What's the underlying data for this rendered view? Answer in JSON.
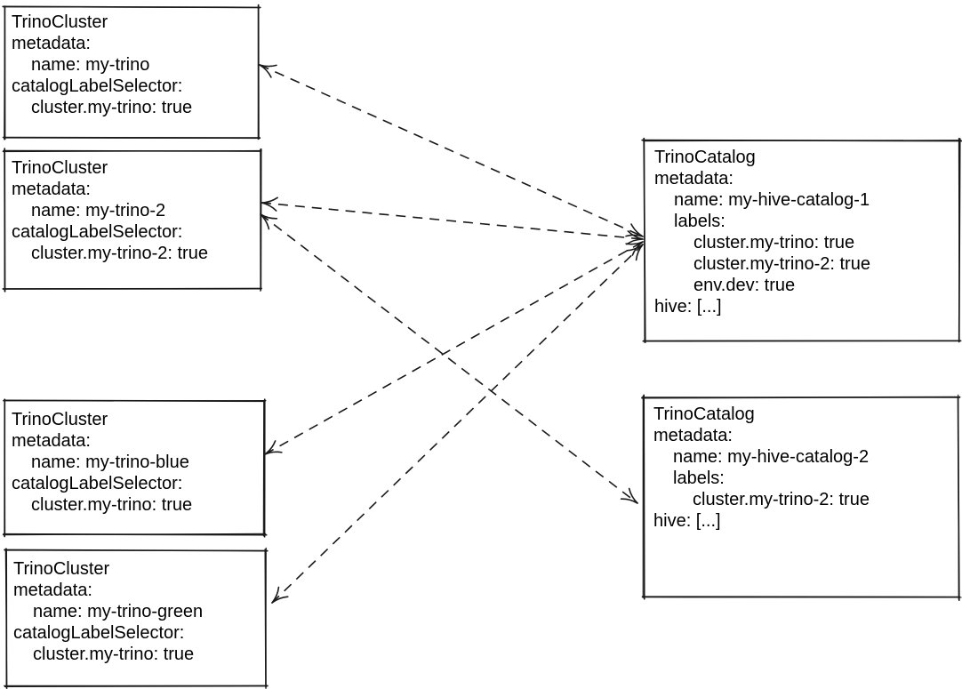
{
  "background": "#ffffff",
  "stroke_color": "#1a1a1a",
  "text_color": "#000000",
  "nodes": [
    {
      "id": "my-trino",
      "kind": "TrinoCluster",
      "lines": [
        {
          "text": "TrinoCluster",
          "indent": 0
        },
        {
          "text": "metadata:",
          "indent": 0
        },
        {
          "text": "name: my-trino",
          "indent": 1
        },
        {
          "text": "catalogLabelSelector:",
          "indent": 0
        },
        {
          "text": "cluster.my-trino: true",
          "indent": 1
        }
      ]
    },
    {
      "id": "my-trino-2",
      "kind": "TrinoCluster",
      "lines": [
        {
          "text": "TrinoCluster",
          "indent": 0
        },
        {
          "text": "metadata:",
          "indent": 0
        },
        {
          "text": "name: my-trino-2",
          "indent": 1
        },
        {
          "text": "catalogLabelSelector:",
          "indent": 0
        },
        {
          "text": "cluster.my-trino-2: true",
          "indent": 1
        }
      ]
    },
    {
      "id": "my-trino-blue",
      "kind": "TrinoCluster",
      "lines": [
        {
          "text": "TrinoCluster",
          "indent": 0
        },
        {
          "text": "metadata:",
          "indent": 0
        },
        {
          "text": "name: my-trino-blue",
          "indent": 1
        },
        {
          "text": "catalogLabelSelector:",
          "indent": 0
        },
        {
          "text": "cluster.my-trino: true",
          "indent": 1
        }
      ]
    },
    {
      "id": "my-trino-green",
      "kind": "TrinoCluster",
      "lines": [
        {
          "text": "TrinoCluster",
          "indent": 0
        },
        {
          "text": "metadata:",
          "indent": 0
        },
        {
          "text": "name: my-trino-green",
          "indent": 1
        },
        {
          "text": "catalogLabelSelector:",
          "indent": 0
        },
        {
          "text": "cluster.my-trino: true",
          "indent": 1
        }
      ]
    },
    {
      "id": "my-hive-catalog-1",
      "kind": "TrinoCatalog",
      "lines": [
        {
          "text": "TrinoCatalog",
          "indent": 0
        },
        {
          "text": "metadata:",
          "indent": 0
        },
        {
          "text": "name: my-hive-catalog-1",
          "indent": 1
        },
        {
          "text": "labels:",
          "indent": 1
        },
        {
          "text": "cluster.my-trino: true",
          "indent": 2
        },
        {
          "text": "cluster.my-trino-2: true",
          "indent": 2
        },
        {
          "text": "env.dev: true",
          "indent": 2
        },
        {
          "text": "hive: [...]",
          "indent": 0
        }
      ]
    },
    {
      "id": "my-hive-catalog-2",
      "kind": "TrinoCatalog",
      "lines": [
        {
          "text": "TrinoCatalog",
          "indent": 0
        },
        {
          "text": "metadata:",
          "indent": 0
        },
        {
          "text": "name: my-hive-catalog-2",
          "indent": 1
        },
        {
          "text": "labels:",
          "indent": 1
        },
        {
          "text": "cluster.my-trino-2: true",
          "indent": 2
        },
        {
          "text": "hive: [...]",
          "indent": 0
        }
      ]
    }
  ],
  "edges": [
    {
      "from": "my-hive-catalog-1",
      "to": "my-trino",
      "style": "dashed",
      "arrows": "both"
    },
    {
      "from": "my-hive-catalog-1",
      "to": "my-trino-2",
      "style": "dashed",
      "arrows": "both"
    },
    {
      "from": "my-hive-catalog-1",
      "to": "my-trino-blue",
      "style": "dashed",
      "arrows": "both"
    },
    {
      "from": "my-hive-catalog-1",
      "to": "my-trino-green",
      "style": "dashed",
      "arrows": "both"
    },
    {
      "from": "my-hive-catalog-2",
      "to": "my-trino-2",
      "style": "dashed",
      "arrows": "both"
    }
  ]
}
